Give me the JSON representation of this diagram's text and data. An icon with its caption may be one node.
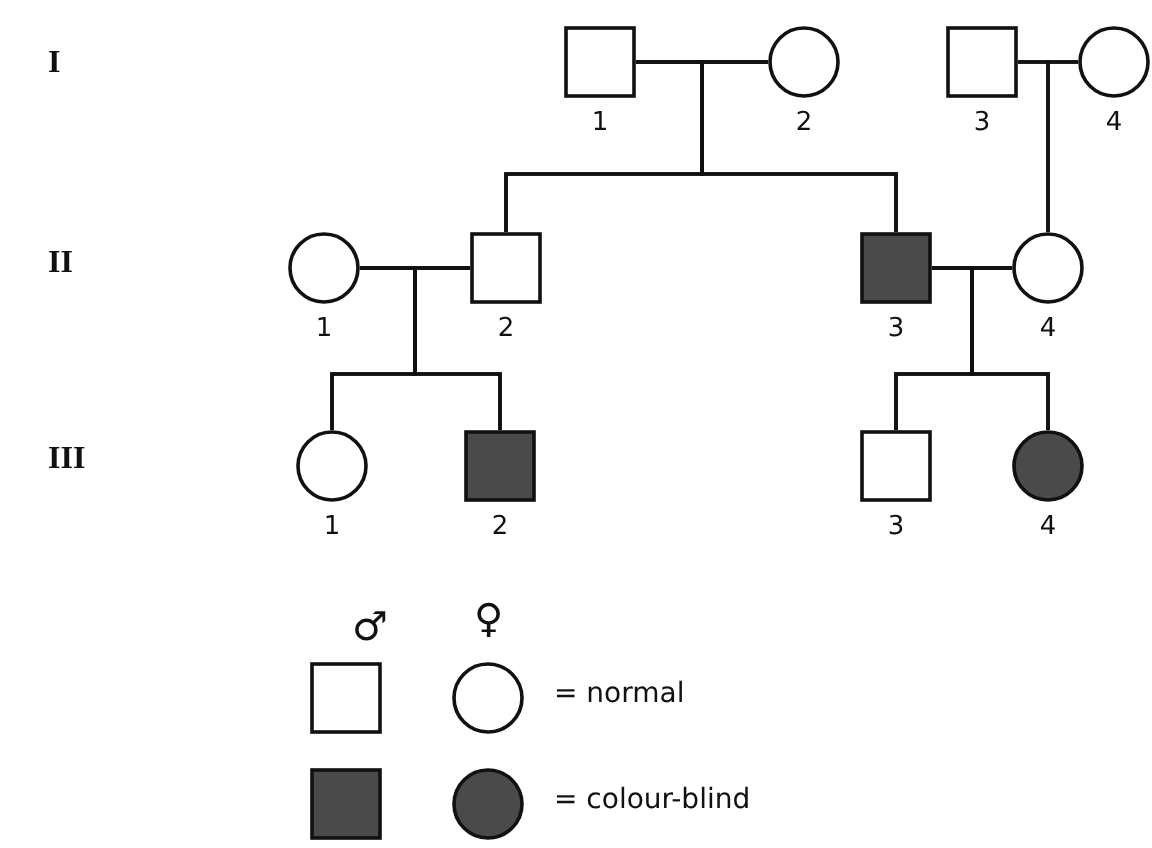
{
  "diagram": {
    "nodes": [
      {
        "text": [],
        "shape": "box",
        "beside": [
          "1"
        ]
      },
      {
        "text": [],
        "shape": "circle",
        "beside": [
          "2"
        ]
      },
      {
        "text": [],
        "shape": "box",
        "beside": [
          "3"
        ]
      },
      {
        "text": [],
        "shape": "circle",
        "beside": [
          "4"
        ]
      },
      {
        "text": [],
        "shape": "circle",
        "beside": [
          "1"
        ]
      },
      {
        "text": [],
        "shape": "box",
        "beside": [
          "2"
        ]
      },
      {
        "text": [],
        "shape": "box",
        "beside": [
          "3"
        ]
      },
      {
        "text": [],
        "shape": "circle",
        "beside": [
          "4"
        ]
      },
      {
        "text": [],
        "shape": "circle",
        "beside": [
          "1"
        ]
      },
      {
        "text": [],
        "shape": "box",
        "beside": [
          "2"
        ]
      },
      {
        "text": [],
        "shape": "box",
        "beside": [
          "3"
        ]
      },
      {
        "text": [],
        "shape": "circle",
        "beside": [
          "4"
        ]
      }
    ],
    "edges": [
      {
        "from": 0,
        "to": 1,
        "arrow": "none"
      },
      {
        "from": 2,
        "to": 3,
        "arrow": "none"
      },
      {
        "from": 0,
        "to": 5,
        "arrow": "none"
      },
      {
        "from": 1,
        "to": 5,
        "arrow": "none"
      },
      {
        "from": 0,
        "to": 6,
        "arrow": "none"
      },
      {
        "from": 1,
        "to": 6,
        "arrow": "none"
      },
      {
        "from": 2,
        "to": 7,
        "arrow": "none"
      },
      {
        "from": 3,
        "to": 7,
        "arrow": "none"
      },
      {
        "from": 4,
        "to": 5,
        "arrow": "none"
      },
      {
        "from": 6,
        "to": 7,
        "arrow": "none"
      },
      {
        "from": 4,
        "to": 8,
        "arrow": "none"
      },
      {
        "from": 5,
        "to": 8,
        "arrow": "none"
      },
      {
        "from": 4,
        "to": 9,
        "arrow": "none"
      },
      {
        "from": 5,
        "to": 9,
        "arrow": "none"
      },
      {
        "from": 6,
        "to": 10,
        "arrow": "none"
      },
      {
        "from": 7,
        "to": 10,
        "arrow": "none"
      },
      {
        "from": 6,
        "to": 11,
        "arrow": "none"
      },
      {
        "from": 7,
        "to": 11,
        "arrow": "none"
      }
    ],
    "labels": [
      "I",
      "II",
      "III",
      "♂",
      "♀"
    ],
    "legend": [
      {
        "text": "= normal",
        "color": "#ffffff"
      },
      {
        "text": "= colour-blind",
        "color": "#4a4a4a"
      }
    ]
  }
}
